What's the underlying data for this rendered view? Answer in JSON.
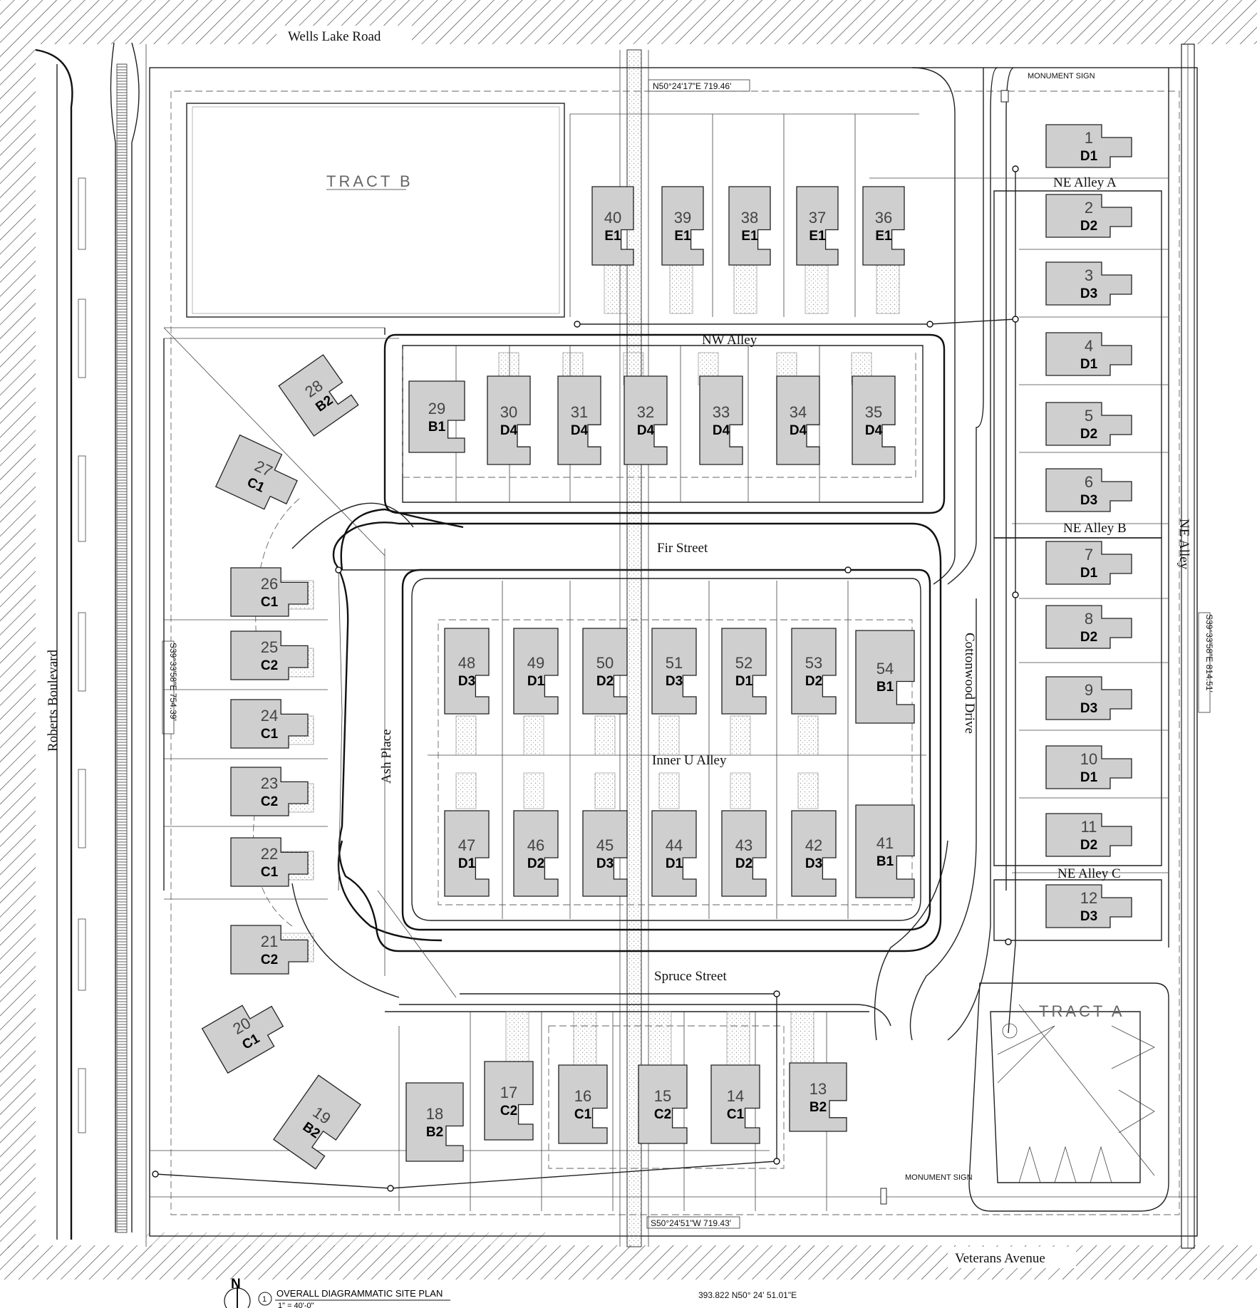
{
  "streets": {
    "wells_lake_road": "Wells Lake Road",
    "roberts_boulevard": "Roberts Boulevard",
    "veterans_avenue": "Veterans Avenue",
    "cottonwood_drive": "Cottonwood Drive",
    "ash_place": "Ash Place",
    "fir_street": "Fir Street",
    "spruce_street": "Spruce Street",
    "nw_alley": "NW Alley",
    "inner_u_alley": "Inner U Alley",
    "ne_alley": "NE Alley",
    "ne_alley_a": "NE Alley A",
    "ne_alley_b": "NE Alley B",
    "ne_alley_c": "NE Alley C"
  },
  "tracts": {
    "tract_a": "TRACT A",
    "tract_b": "TRACT B"
  },
  "signs": {
    "monument_top": "MONUMENT SIGN",
    "monument_bottom": "MONUMENT SIGN"
  },
  "bearings": {
    "north": "N50°24'17\"E  719.46'",
    "south": "S50°24'51\"W  719.43'",
    "west": "S39°33'58\"E  754.39'",
    "east": "S39°33'58\"E  814.51'",
    "bottom": "393.822   N50°  24'  51.01\"E"
  },
  "title_block": {
    "north_label": "N",
    "sheet_number": "1",
    "title": "OVERALL DIAGRAMMATIC SITE PLAN",
    "scale": "1\" = 40'-0\""
  },
  "lots": [
    {
      "num": "1",
      "type": "D1"
    },
    {
      "num": "2",
      "type": "D2"
    },
    {
      "num": "3",
      "type": "D3"
    },
    {
      "num": "4",
      "type": "D1"
    },
    {
      "num": "5",
      "type": "D2"
    },
    {
      "num": "6",
      "type": "D3"
    },
    {
      "num": "7",
      "type": "D1"
    },
    {
      "num": "8",
      "type": "D2"
    },
    {
      "num": "9",
      "type": "D3"
    },
    {
      "num": "10",
      "type": "D1"
    },
    {
      "num": "11",
      "type": "D2"
    },
    {
      "num": "12",
      "type": "D3"
    },
    {
      "num": "13",
      "type": "B2"
    },
    {
      "num": "14",
      "type": "C1"
    },
    {
      "num": "15",
      "type": "C2"
    },
    {
      "num": "16",
      "type": "C1"
    },
    {
      "num": "17",
      "type": "C2"
    },
    {
      "num": "18",
      "type": "B2"
    },
    {
      "num": "19",
      "type": "B2"
    },
    {
      "num": "20",
      "type": "C1"
    },
    {
      "num": "21",
      "type": "C2"
    },
    {
      "num": "22",
      "type": "C1"
    },
    {
      "num": "23",
      "type": "C2"
    },
    {
      "num": "24",
      "type": "C1"
    },
    {
      "num": "25",
      "type": "C2"
    },
    {
      "num": "26",
      "type": "C1"
    },
    {
      "num": "27",
      "type": "C1"
    },
    {
      "num": "28",
      "type": "B2"
    },
    {
      "num": "29",
      "type": "B1"
    },
    {
      "num": "30",
      "type": "D4"
    },
    {
      "num": "31",
      "type": "D4"
    },
    {
      "num": "32",
      "type": "D4"
    },
    {
      "num": "33",
      "type": "D4"
    },
    {
      "num": "34",
      "type": "D4"
    },
    {
      "num": "35",
      "type": "D4"
    },
    {
      "num": "36",
      "type": "E1"
    },
    {
      "num": "37",
      "type": "E1"
    },
    {
      "num": "38",
      "type": "E1"
    },
    {
      "num": "39",
      "type": "E1"
    },
    {
      "num": "40",
      "type": "E1"
    },
    {
      "num": "41",
      "type": "B1"
    },
    {
      "num": "42",
      "type": "D3"
    },
    {
      "num": "43",
      "type": "D2"
    },
    {
      "num": "44",
      "type": "D1"
    },
    {
      "num": "45",
      "type": "D3"
    },
    {
      "num": "46",
      "type": "D2"
    },
    {
      "num": "47",
      "type": "D1"
    },
    {
      "num": "48",
      "type": "D3"
    },
    {
      "num": "49",
      "type": "D1"
    },
    {
      "num": "50",
      "type": "D2"
    },
    {
      "num": "51",
      "type": "D3"
    },
    {
      "num": "52",
      "type": "D1"
    },
    {
      "num": "53",
      "type": "D2"
    },
    {
      "num": "54",
      "type": "B1"
    }
  ]
}
